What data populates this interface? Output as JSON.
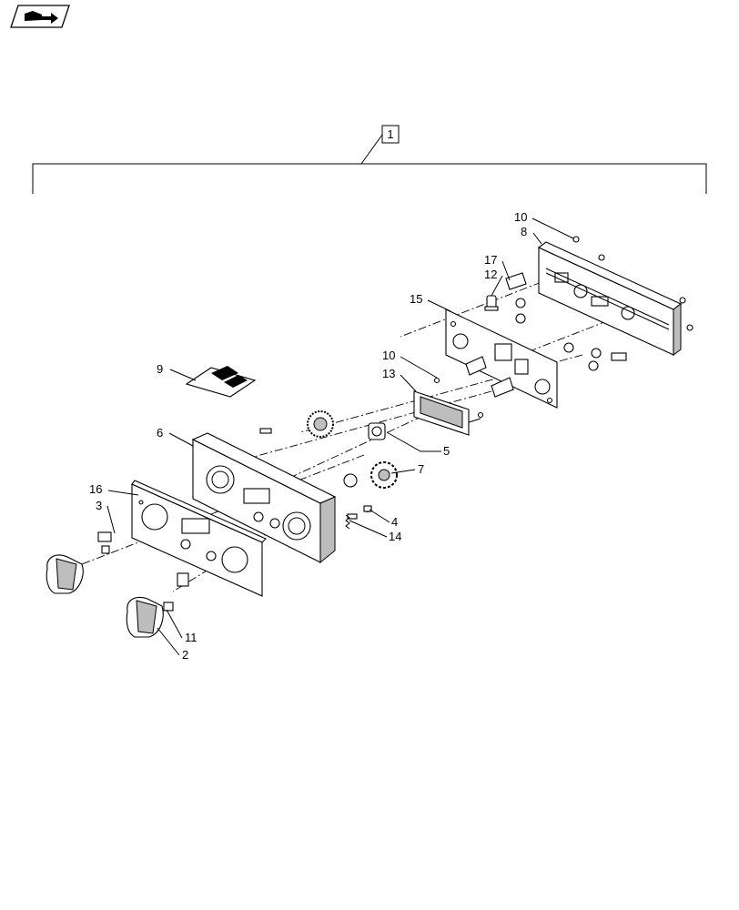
{
  "nav": {
    "icon": "book-arrow-icon"
  },
  "assembly": {
    "callout": "1"
  },
  "callouts": [
    {
      "id": "c10a",
      "text": "10"
    },
    {
      "id": "c8",
      "text": "8"
    },
    {
      "id": "c17",
      "text": "17"
    },
    {
      "id": "c12",
      "text": "12"
    },
    {
      "id": "c15",
      "text": "15"
    },
    {
      "id": "c10b",
      "text": "10"
    },
    {
      "id": "c13",
      "text": "13"
    },
    {
      "id": "c9",
      "text": "9"
    },
    {
      "id": "c6",
      "text": "6"
    },
    {
      "id": "c5",
      "text": "5"
    },
    {
      "id": "c7",
      "text": "7"
    },
    {
      "id": "c16",
      "text": "16"
    },
    {
      "id": "c3",
      "text": "3"
    },
    {
      "id": "c4",
      "text": "4"
    },
    {
      "id": "c14",
      "text": "14"
    },
    {
      "id": "c11",
      "text": "11"
    },
    {
      "id": "c2",
      "text": "2"
    }
  ]
}
